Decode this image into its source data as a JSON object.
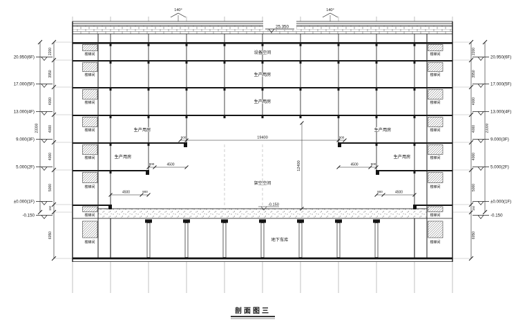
{
  "title": "剖面图三",
  "top": {
    "parapet_elevation": "25.350",
    "slope_left": "140°",
    "slope_right": "140°"
  },
  "axis_left": {
    "elevations": [
      "20.950(6F)",
      "17.000(5F)",
      "13.000(4F)",
      "9.000(3F)",
      "5.000(2F)",
      "±0.000(1F)",
      "-0.150"
    ],
    "dims": [
      "2200",
      "3950",
      "4000",
      "4000",
      "4000",
      "5000",
      "150",
      "6050"
    ],
    "overall": "23300"
  },
  "axis_right": {
    "elevations": [
      "20.950(6F)",
      "17.000(5F)",
      "13.000(4F)",
      "9.000(3F)",
      "5.000(2F)",
      "±0.000(1F)",
      "-0.150"
    ],
    "dims": [
      "2200",
      "3950",
      "4000",
      "4000",
      "4000",
      "5000",
      "150",
      "6050"
    ],
    "overall": "23300"
  },
  "rooms": {
    "equipment": "设备空间",
    "production": "生产用房",
    "open_space": "架空空间",
    "garage": "地下车库",
    "stair": "楼梯间"
  },
  "dims_inner": {
    "void_width": "19400",
    "void_height": "12400",
    "edge_left": "900",
    "edge_right": "900",
    "f2_left_a": "900",
    "f2_left_b": "4500",
    "f2_right_a": "4500",
    "f2_right_b": "900",
    "f1_left_a": "4500",
    "f1_left_b": "900",
    "f1_right_a": "900",
    "f1_right_b": "4500",
    "ground_elevation": "-0.150"
  },
  "colors": {
    "line": "#1a1a1a",
    "grid": "#9a9a9a",
    "background": "#ffffff"
  }
}
